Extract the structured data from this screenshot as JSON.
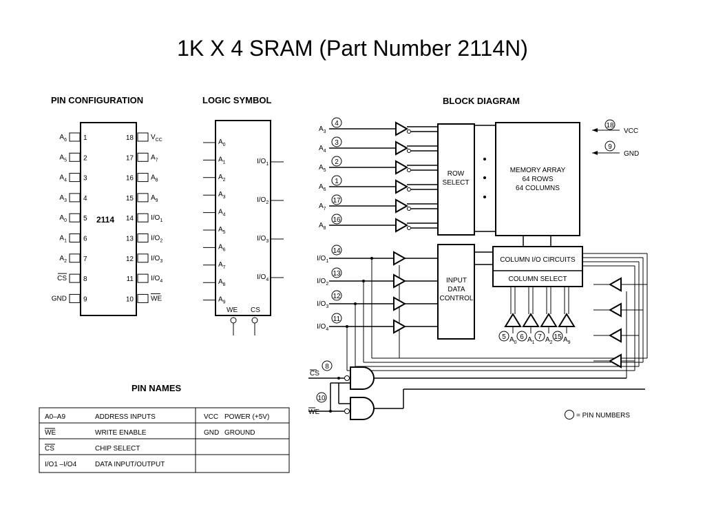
{
  "title": "1K X 4 SRAM  (Part Number 2114N)",
  "pin_configuration": {
    "heading": "PIN CONFIGURATION",
    "chip_label": "2114",
    "left_pins": [
      {
        "name": "A6",
        "num": "1"
      },
      {
        "name": "A5",
        "num": "2"
      },
      {
        "name": "A4",
        "num": "3"
      },
      {
        "name": "A3",
        "num": "4"
      },
      {
        "name": "A0",
        "num": "5"
      },
      {
        "name": "A1",
        "num": "6"
      },
      {
        "name": "A2",
        "num": "7"
      },
      {
        "name": "CS",
        "num": "8"
      },
      {
        "name": "GND",
        "num": "9"
      }
    ],
    "right_pins": [
      {
        "name": "VCC",
        "num": "18"
      },
      {
        "name": "A7",
        "num": "17"
      },
      {
        "name": "A8",
        "num": "16"
      },
      {
        "name": "A9",
        "num": "15"
      },
      {
        "name": "I/O1",
        "num": "14"
      },
      {
        "name": "I/O2",
        "num": "13"
      },
      {
        "name": "I/O3",
        "num": "12"
      },
      {
        "name": "I/O4",
        "num": "11"
      },
      {
        "name": "WE",
        "num": "10"
      }
    ]
  },
  "logic_symbol": {
    "heading": "LOGIC SYMBOL",
    "inputs": [
      "A0",
      "A1",
      "A2",
      "A3",
      "A4",
      "A5",
      "A6",
      "A7",
      "A8",
      "A9"
    ],
    "outputs": [
      "I/O1",
      "I/O2",
      "I/O3",
      "I/O4"
    ],
    "bottom": [
      "WE",
      "CS"
    ]
  },
  "block_diagram": {
    "heading": "BLOCK DIAGRAM",
    "address_inputs": [
      {
        "name": "A3",
        "pin": "4"
      },
      {
        "name": "A4",
        "pin": "3"
      },
      {
        "name": "A5",
        "pin": "2"
      },
      {
        "name": "A6",
        "pin": "1"
      },
      {
        "name": "A7",
        "pin": "17"
      },
      {
        "name": "A8",
        "pin": "16"
      }
    ],
    "power": [
      {
        "name": "VCC",
        "pin": "18"
      },
      {
        "name": "GND",
        "pin": "9"
      }
    ],
    "row_select": [
      "ROW",
      "SELECT"
    ],
    "memory_array": [
      "MEMORY ARRAY",
      "64 ROWS",
      "64 COLUMNS"
    ],
    "io_inputs": [
      {
        "name": "I/O1",
        "pin": "14"
      },
      {
        "name": "I/O2",
        "pin": "13"
      },
      {
        "name": "I/O3",
        "pin": "12"
      },
      {
        "name": "I/O4",
        "pin": "11"
      }
    ],
    "input_data_control": [
      "INPUT",
      "DATA",
      "CONTROL"
    ],
    "column_io": "COLUMN I/O CIRCUITS",
    "column_select": "COLUMN SELECT",
    "column_address": [
      {
        "name": "A0",
        "pin": "5"
      },
      {
        "name": "A1",
        "pin": "6"
      },
      {
        "name": "A2",
        "pin": "7"
      },
      {
        "name": "A9",
        "pin": "15"
      }
    ],
    "cs": {
      "name": "CS",
      "pin": "8"
    },
    "we": {
      "name": "WE",
      "pin": "10"
    },
    "legend": "= PIN NUMBERS"
  },
  "pin_names": {
    "heading": "PIN NAMES",
    "rows": [
      {
        "sym": "A0–A9",
        "desc": "ADDRESS INPUTS",
        "sym2": "VCC",
        "desc2": "POWER (+5V)"
      },
      {
        "sym": "WE",
        "desc": "WRITE ENABLE",
        "sym2": "GND",
        "desc2": "GROUND"
      },
      {
        "sym": "CS",
        "desc": "CHIP SELECT",
        "sym2": "",
        "desc2": ""
      },
      {
        "sym": "I/O1 –I/O4",
        "desc": "DATA INPUT/OUTPUT",
        "sym2": "",
        "desc2": ""
      }
    ]
  }
}
